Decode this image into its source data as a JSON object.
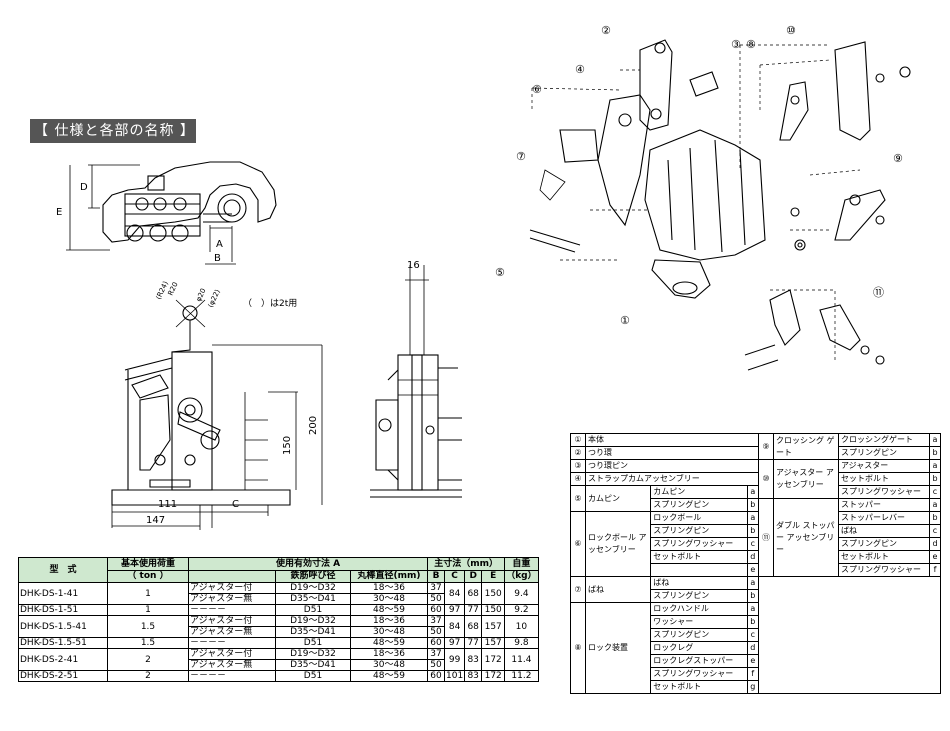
{
  "section_title": "【 仕様と各部の名称 】",
  "drawing_labels": {
    "dim_D": "D",
    "dim_E": "E",
    "dim_A": "A",
    "dim_B": "B",
    "dim_16": "16",
    "dim_200": "200",
    "dim_150": "150",
    "dim_111": "111",
    "dim_C": "C",
    "dim_147": "147",
    "note_2t": "（　）は2t用",
    "hole_r20": "R20",
    "hole_r24": "(R24)",
    "hole_d20": "φ20",
    "hole_d22": "(φ22)"
  },
  "part_callouts": [
    "①",
    "②",
    "③",
    "④",
    "⑤",
    "⑥",
    "⑦",
    "⑧",
    "⑨",
    "⑩",
    "⑪"
  ],
  "spec_table": {
    "h_model": "型　式",
    "h_load": "基本使用荷重",
    "h_load_unit": "（ ton ）",
    "h_range": "使用有効寸法 A",
    "h_rebar": "鉄筋呼び径",
    "h_round": "丸棒直径(mm)",
    "h_main": "主寸法（mm）",
    "h_B": "B",
    "h_C": "C",
    "h_D": "D",
    "h_E": "E",
    "h_weight": "自重",
    "h_weight_unit": "（kg）",
    "rows": [
      {
        "model": "DHK-DS-1-41",
        "load": "1",
        "sub": [
          {
            "adj": "アジャスター付",
            "rebar": "D19～D32",
            "round": "18～36",
            "B": "37"
          },
          {
            "adj": "アジャスター無",
            "rebar": "D35～D41",
            "round": "30～48",
            "B": "50"
          }
        ],
        "C": "84",
        "D": "68",
        "E": "150",
        "w": "9.4"
      },
      {
        "model": "DHK-DS-1-51",
        "load": "1",
        "sub": [
          {
            "adj": "－－－－",
            "rebar": "D51",
            "round": "48～59",
            "B": "60"
          }
        ],
        "C": "97",
        "D": "77",
        "E": "150",
        "w": "9.2"
      },
      {
        "model": "DHK-DS-1.5-41",
        "load": "1.5",
        "sub": [
          {
            "adj": "アジャスター付",
            "rebar": "D19～D32",
            "round": "18～36",
            "B": "37"
          },
          {
            "adj": "アジャスター無",
            "rebar": "D35～D41",
            "round": "30～48",
            "B": "50"
          }
        ],
        "C": "84",
        "D": "68",
        "E": "157",
        "w": "10"
      },
      {
        "model": "DHK-DS-1.5-51",
        "load": "1.5",
        "sub": [
          {
            "adj": "－－－－",
            "rebar": "D51",
            "round": "48～59",
            "B": "60"
          }
        ],
        "C": "97",
        "D": "77",
        "E": "157",
        "w": "9.8"
      },
      {
        "model": "DHK-DS-2-41",
        "load": "2",
        "sub": [
          {
            "adj": "アジャスター付",
            "rebar": "D19～D32",
            "round": "18～36",
            "B": "37"
          },
          {
            "adj": "アジャスター無",
            "rebar": "D35～D41",
            "round": "30～48",
            "B": "50"
          }
        ],
        "C": "99",
        "D": "83",
        "E": "172",
        "w": "11.4"
      },
      {
        "model": "DHK-DS-2-51",
        "load": "2",
        "sub": [
          {
            "adj": "－－－－",
            "rebar": "D51",
            "round": "48～59",
            "B": "60"
          }
        ],
        "C": "101",
        "D": "83",
        "E": "172",
        "w": "11.2"
      }
    ]
  },
  "parts_table": {
    "left": [
      {
        "no": "①",
        "name": "本体",
        "items": []
      },
      {
        "no": "②",
        "name": "つり環",
        "items": []
      },
      {
        "no": "③",
        "name": "つり環ピン",
        "items": []
      },
      {
        "no": "④",
        "name": "ストラップカムアッセンブリー",
        "items": []
      },
      {
        "no": "⑤",
        "name": "カムピン",
        "items": [
          {
            "n": "カムピン",
            "k": "a"
          },
          {
            "n": "スプリングピン",
            "k": "b"
          }
        ]
      },
      {
        "no": "⑥",
        "name": "ロックボール アッセンブリー",
        "items": [
          {
            "n": "ロックボール",
            "k": "a"
          },
          {
            "n": "スプリングピン",
            "k": "b"
          },
          {
            "n": "スプリングワッシャー",
            "k": "c"
          },
          {
            "n": "セットボルト",
            "k": "d"
          },
          {
            "n": "",
            "k": "e"
          }
        ]
      },
      {
        "no": "⑦",
        "name": "ばね",
        "items": [
          {
            "n": "ばね",
            "k": "a"
          },
          {
            "n": "スプリングピン",
            "k": "b"
          }
        ]
      },
      {
        "no": "⑧",
        "name": "ロック装置",
        "items": [
          {
            "n": "ロックハンドル",
            "k": "a"
          },
          {
            "n": "ワッシャー",
            "k": "b"
          },
          {
            "n": "スプリングピン",
            "k": "c"
          },
          {
            "n": "ロックレグ",
            "k": "d"
          },
          {
            "n": "ロックレグストッパー",
            "k": "e"
          },
          {
            "n": "スプリングワッシャー",
            "k": "f"
          },
          {
            "n": "セットボルト",
            "k": "g"
          }
        ]
      }
    ],
    "right": [
      {
        "no": "⑨",
        "name": "クロッシング ゲート",
        "items": [
          {
            "n": "クロッシングゲート",
            "k": "a"
          },
          {
            "n": "スプリングピン",
            "k": "b"
          }
        ]
      },
      {
        "no": "⑩",
        "name": "アジャスター アッセンブリー",
        "items": [
          {
            "n": "アジャスター",
            "k": "a"
          },
          {
            "n": "セットボルト",
            "k": "b"
          },
          {
            "n": "スプリングワッシャー",
            "k": "c"
          }
        ]
      },
      {
        "no": "⑪",
        "name": "ダブル ストッパー アッセンブリー",
        "items": [
          {
            "n": "ストッパー",
            "k": "a"
          },
          {
            "n": "ストッパーレバー",
            "k": "b"
          },
          {
            "n": "ばね",
            "k": "c"
          },
          {
            "n": "スプリングピン",
            "k": "d"
          },
          {
            "n": "セットボルト",
            "k": "e"
          },
          {
            "n": "スプリングワッシャー",
            "k": "f"
          }
        ]
      }
    ]
  }
}
